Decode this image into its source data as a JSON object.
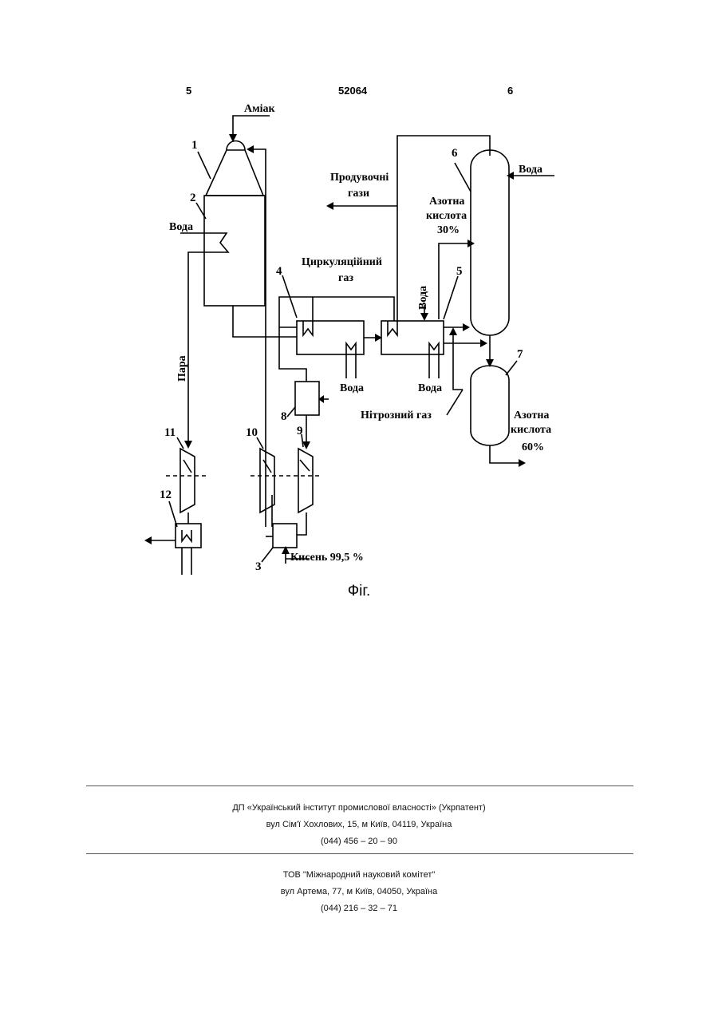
{
  "header": {
    "left_page": "5",
    "patent_number": "52064",
    "right_page": "6"
  },
  "diagram": {
    "labels": {
      "ammonia": "Аміак",
      "water_top": "Вода",
      "water_left": "Вода",
      "steam": "Пара",
      "purge_gases_1": "Продувочні",
      "purge_gases_2": "гази",
      "nitric_30_1": "Азотна",
      "nitric_30_2": "кислота",
      "nitric_30_3": "30%",
      "circ_gas_1": "Циркуляційний",
      "circ_gas_2": "газ",
      "water_vertical": "Вода",
      "water_hx1": "Вода",
      "water_hx2": "Вода",
      "nitrous_gas": "Нітрозний газ",
      "nitric_60_1": "Азотна",
      "nitric_60_2": "кислота",
      "nitric_60_3": "60%",
      "oxygen": "Кисень 99,5 %"
    },
    "numbers": [
      "1",
      "2",
      "3",
      "4",
      "5",
      "6",
      "7",
      "8",
      "9",
      "10",
      "11",
      "12"
    ],
    "caption": "Фіг."
  },
  "footer": {
    "org1_line1": "ДП «Український інститут промислової власності» (Укрпатент)",
    "org1_line2": "вул  Сім'ї Хохлових, 15, м  Київ, 04119, Україна",
    "org1_line3": "(044) 456 – 20 –  90",
    "org2_line1": "ТОВ \"Міжнародний науковий комітет\"",
    "org2_line2": "вул  Артема, 77, м  Київ, 04050, Україна",
    "org2_line3": "(044) 216 – 32 – 71"
  }
}
